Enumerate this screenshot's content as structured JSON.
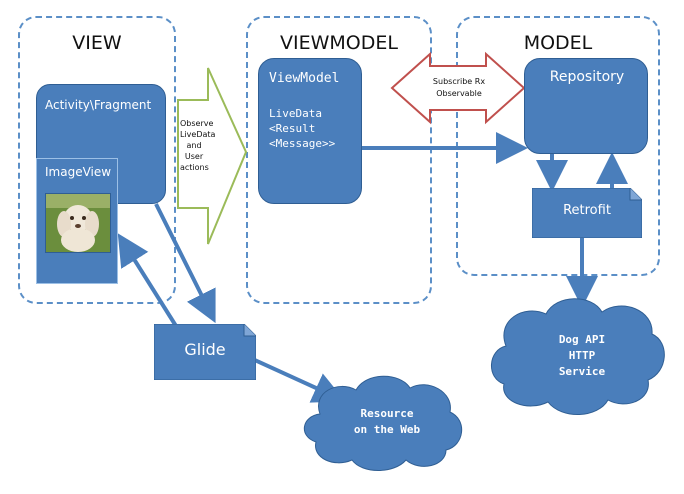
{
  "diagram": {
    "sections": {
      "view": "VIEW",
      "viewmodel": "VIEWMODEL",
      "model": "MODEL"
    },
    "nodes": {
      "activity_fragment": "Activity\\Fragment",
      "imageview": "ImageView",
      "viewmodel_title": "ViewModel",
      "viewmodel_line1": "LiveData",
      "viewmodel_line2": "<Result",
      "viewmodel_line3": "<Message>>",
      "repository": "Repository",
      "retrofit": "Retrofit",
      "glide": "Glide",
      "dog_api_line1": "Dog API",
      "dog_api_line2": "HTTP",
      "dog_api_line3": "Service",
      "resource_line1": "Resource",
      "resource_line2": "on the Web"
    },
    "connectors": {
      "observe_line1": "Observe",
      "observe_line2": "LiveData",
      "observe_line3": "and",
      "observe_line4": "User",
      "observe_line5": "actions",
      "subscribe_line1": "Subscribe Rx",
      "subscribe_line2": "Observable"
    },
    "colors": {
      "box_fill": "#4a7ebb",
      "dashed_border": "#5b8fc7",
      "observe_arrow": "#9bbb59",
      "subscribe_arrow": "#c0504d"
    }
  }
}
